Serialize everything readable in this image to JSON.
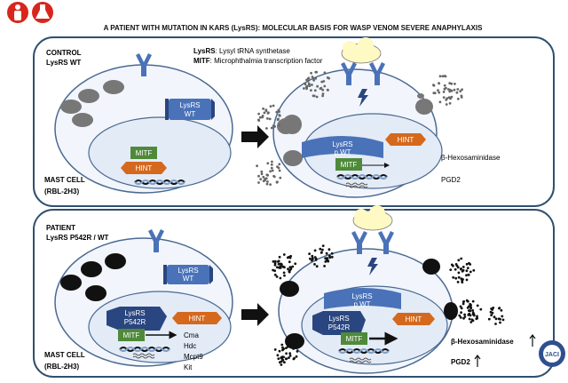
{
  "header": {
    "title": "A PATIENT WITH MUTATION IN KARS (LysRS): MOLECULAR BASIS FOR WASP VENOM SEVERE ANAPHYLAXIS",
    "icons": [
      "person-icon",
      "flask-icon"
    ]
  },
  "legend": {
    "lysrs_abbr": "LysRS",
    "lysrs_def": ": Lysyl tRNA synthetase",
    "mitf_abbr": "MITF",
    "mitf_def": ": Microphthalmia transcription factor"
  },
  "control": {
    "label_line1": "CONTROL",
    "label_line2": "LysRS WT",
    "cell_line1": "MAST CELL",
    "cell_line2": "(RBL-2H3)",
    "resting": {
      "lysrs": "LysRS",
      "lysrs_sub": "WT",
      "mitf": "MITF",
      "hint": "HINT"
    },
    "activated": {
      "lysrs_p": "LysRS",
      "lysrs_p_sub": "p WT",
      "hint": "HINT",
      "mitf": "MITF"
    },
    "outputs": [
      "β-Hexosaminidase",
      "PGD2"
    ]
  },
  "patient": {
    "label_line1": "PATIENT",
    "label_line2": "LysRS P542R / WT",
    "cell_line1": "MAST CELL",
    "cell_line2": "(RBL-2H3)",
    "resting": {
      "lysrs": "LysRS",
      "lysrs_sub": "WT",
      "lysrs_mut": "LysRS",
      "lysrs_mut_sub": "P542R",
      "mitf": "MITF",
      "hint": "HINT",
      "genes": [
        "Cma",
        "Hdc",
        "Mcpt9",
        "Kit"
      ]
    },
    "activated": {
      "lysrs_p": "LysRS",
      "lysrs_p_sub": "p WT",
      "lysrs_mut": "LysRS",
      "lysrs_mut_sub": "P542R",
      "hint": "HINT",
      "mitf": "MITF"
    },
    "outputs": [
      "β-Hexosaminidase",
      "PGD2"
    ]
  },
  "journal_seal": "JACI",
  "colors": {
    "panel_border": "#2f4f6f",
    "cell_fill": "#f2f5fb",
    "nucleus_fill": "#e3ebf7",
    "receptor": "#4a72b8",
    "lysrs": "#4a72b8",
    "lysrs_dark": "#2a4680",
    "mitf": "#4f8a3a",
    "hint": "#d4691e",
    "granule_control": "#777777",
    "granule_patient": "#111111",
    "antigen_cloud": "#fff9c4",
    "header_icons": "#d9261c"
  }
}
